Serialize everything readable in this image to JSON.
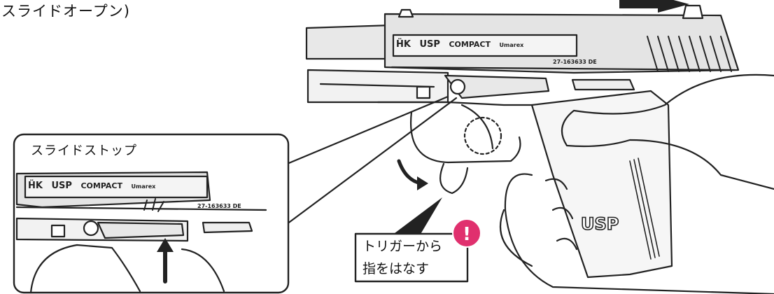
{
  "header": {
    "text_fragment": "スライドオープン)"
  },
  "inset": {
    "title": "スライドストップ"
  },
  "callout": {
    "line1": "トリガーから",
    "line2": "指をはなす",
    "alert_symbol": "!"
  },
  "slide_markings": {
    "brand": "ḦK",
    "model": "USP",
    "variant": "COMPACT",
    "caliber": "Umarex",
    "serial": "27-163633",
    "suffix": "DE"
  },
  "inset_markings": {
    "brand": "ḦK",
    "model": "USP",
    "variant": "COMPACT",
    "caliber": "Umarex",
    "serial": "27-163633",
    "suffix": "DE"
  },
  "grip_marking": "USP",
  "colors": {
    "line": "#222222",
    "slide_fill": "#e4e4e4",
    "frame_fill": "#f2f2f2",
    "alert": "#e0306e",
    "background": "#ffffff"
  }
}
